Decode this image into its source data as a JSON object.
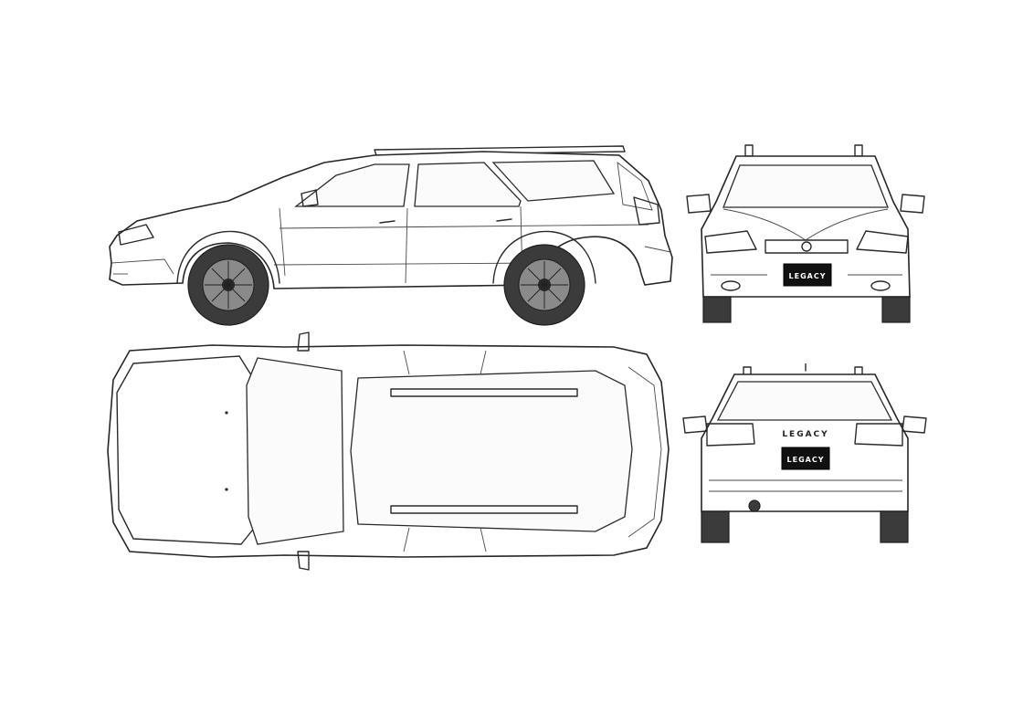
{
  "front_view": {
    "plate_text": "LEGACY"
  },
  "rear_view": {
    "badge_text": "LEGACY",
    "plate_text": "LEGACY"
  },
  "colors": {
    "line": "#2a2a2a",
    "background": "#ffffff",
    "tyre": "#3b3b3b",
    "plate": "#111111"
  }
}
